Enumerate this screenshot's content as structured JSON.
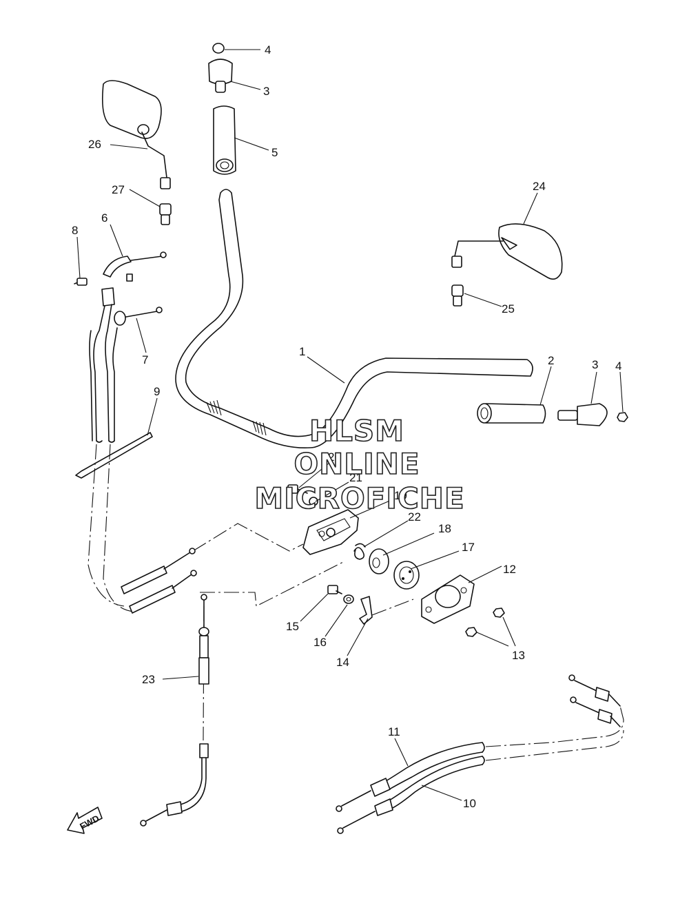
{
  "watermark": [
    "HLSM",
    "ONLINE",
    "MICROFICHE"
  ],
  "direction_marker": "FWD",
  "callouts": {
    "1": "1",
    "2": "2",
    "3": "3",
    "3b": "3",
    "4": "4",
    "4b": "4",
    "5": "5",
    "6": "6",
    "7": "7",
    "8": "8",
    "9": "9",
    "10": "10",
    "11": "11",
    "12": "12",
    "13": "13",
    "14": "14",
    "15": "15",
    "16": "16",
    "17": "17",
    "18": "18",
    "19": "19",
    "20": "20",
    "21": "21",
    "22": "22",
    "23": "23",
    "24": "24",
    "25": "25",
    "26": "26",
    "27": "27"
  }
}
